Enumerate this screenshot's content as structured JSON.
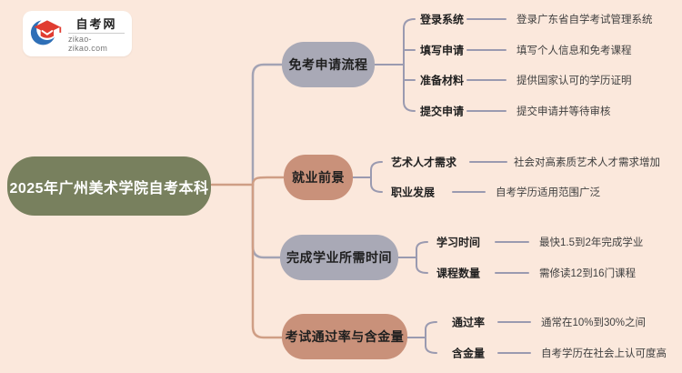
{
  "logo": {
    "site_name": "自考网",
    "site_domain": "zikao-zikao.com",
    "icon": "graduation-cap-icon"
  },
  "root": {
    "label": "2025年广州美术学院自考本科"
  },
  "branches": [
    {
      "label": "免考申请流程",
      "color": "#a9a9b6",
      "edge_color": "#a3a3b4",
      "children": [
        {
          "label": "登录系统",
          "detail": "登录广东省自学考试管理系统"
        },
        {
          "label": "填写申请",
          "detail": "填写个人信息和免考课程"
        },
        {
          "label": "准备材料",
          "detail": "提供国家认可的学历证明"
        },
        {
          "label": "提交申请",
          "detail": "提交申请并等待审核"
        }
      ]
    },
    {
      "label": "就业前景",
      "color": "#c9917a",
      "edge_color": "#cf9e85",
      "children": [
        {
          "label": "艺术人才需求",
          "detail": "社会对高素质艺术人才需求增加"
        },
        {
          "label": "职业发展",
          "detail": "自考学历适用范围广泛"
        }
      ]
    },
    {
      "label": "完成学业所需时间",
      "color": "#a9a9b6",
      "edge_color": "#a3a3b4",
      "children": [
        {
          "label": "学习时间",
          "detail": "最快1.5到2年完成学业"
        },
        {
          "label": "课程数量",
          "detail": "需修读12到16门课程"
        }
      ]
    },
    {
      "label": "考试通过率与含金量",
      "color": "#c9917a",
      "edge_color": "#cf9e85",
      "children": [
        {
          "label": "通过率",
          "detail": "通常在10%到30%之间"
        },
        {
          "label": "含金量",
          "detail": "自考学历在社会上认可度高"
        }
      ]
    }
  ],
  "colors": {
    "background": "#fbe8dc",
    "root_node": "#78805e",
    "root_text": "#ffffff",
    "node_text": "#1f1f1f",
    "detail_text": "#3f3f3f",
    "connector": "#9a9ab0",
    "connector_salmon": "#cf9e85",
    "logo_red": "#e03c31",
    "logo_blue": "#2e6fb7",
    "logo_bg": "#ffffff"
  }
}
